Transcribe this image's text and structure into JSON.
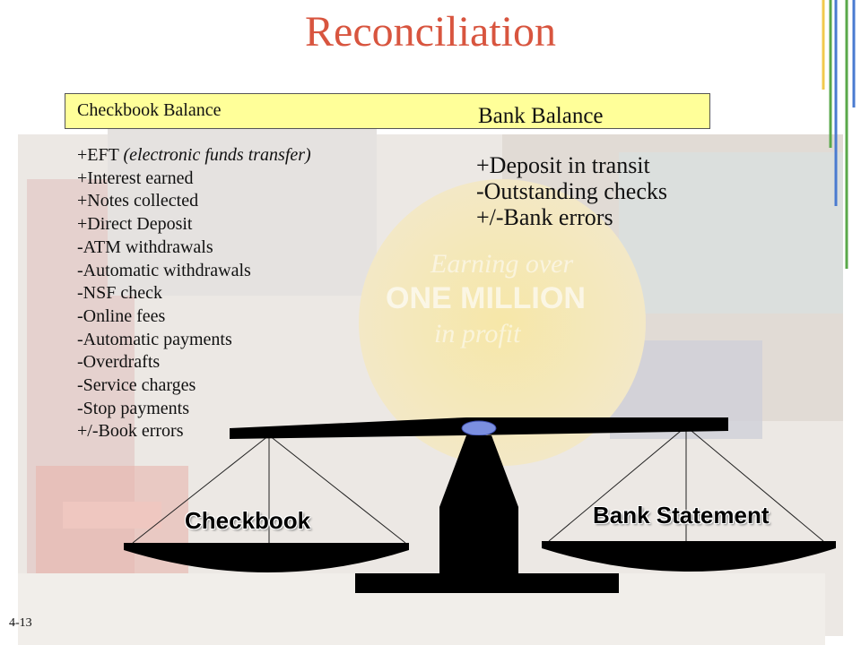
{
  "slide": {
    "title": "Reconciliation",
    "slide_number": "4-13"
  },
  "checkbook": {
    "heading": "Checkbook Balance",
    "items": [
      {
        "prefix": "+EFT ",
        "italic": "(electronic funds transfer)"
      },
      {
        "prefix": "+Interest earned",
        "italic": ""
      },
      {
        "prefix": "+Notes collected",
        "italic": ""
      },
      {
        "prefix": "+Direct Deposit",
        "italic": ""
      },
      {
        "prefix": "-ATM withdrawals",
        "italic": ""
      },
      {
        "prefix": "-Automatic withdrawals",
        "italic": ""
      },
      {
        "prefix": "-NSF check",
        "italic": ""
      },
      {
        "prefix": "-Online fees",
        "italic": ""
      },
      {
        "prefix": "-Automatic payments",
        "italic": ""
      },
      {
        "prefix": "-Overdrafts",
        "italic": ""
      },
      {
        "prefix": "-Service charges",
        "italic": ""
      },
      {
        "prefix": "-Stop payments",
        "italic": ""
      },
      {
        "prefix": "+/-Book errors",
        "italic": ""
      }
    ]
  },
  "bank": {
    "heading": "Bank Balance",
    "items": [
      "+Deposit in transit",
      "-Outstanding checks",
      "+/-Bank errors"
    ]
  },
  "scale_labels": {
    "left": "Checkbook",
    "right": "Bank Statement"
  },
  "background_text": [
    "ONE MILLION",
    "Earning over",
    "in profit"
  ],
  "colors": {
    "title": "#d8553f",
    "box_fill": "#ffff99",
    "accent_lines": [
      "#f2c94c",
      "#5aa84a",
      "#4a7bd0",
      "#5aa84a",
      "#4a7bd0"
    ],
    "scale_pivot": "#7b8fe0"
  }
}
